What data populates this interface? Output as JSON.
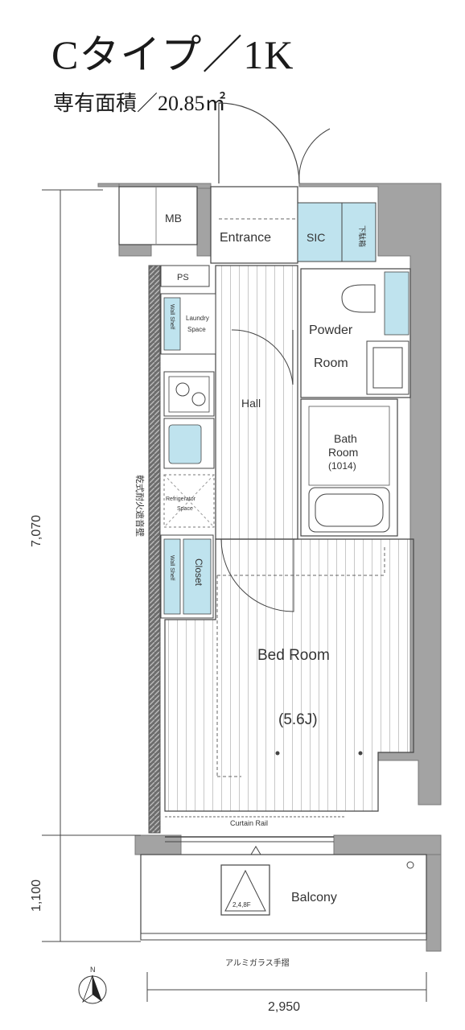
{
  "header": {
    "title": "Cタイプ／1K",
    "subtitle": "専有面積／20.85㎡"
  },
  "rooms": {
    "mb": "MB",
    "ps": "PS",
    "entrance": "Entrance",
    "sic": "SIC",
    "shoes": "下駄箱",
    "powder_line1": "Powder",
    "powder_line2": "Room",
    "laundry_line1": "Laundry",
    "laundry_line2": "Space",
    "wall_shelf": "Wall Shelf",
    "hall": "Hall",
    "bath_line1": "Bath",
    "bath_line2": "Room",
    "bath_size": "(1014)",
    "fridge_line1": "Refrigerator",
    "fridge_line2": "Space",
    "closet": "Closet",
    "wall_shelf_2": "Wall Shelf",
    "bedroom": "Bed Room",
    "bedroom_size": "(5.6J)",
    "curtain_rail": "Curtain Rail",
    "balcony": "Balcony",
    "ladder": "2,4,8F",
    "railing": "アルミガラス手摺",
    "wall_note": "乾式耐火遮音壁"
  },
  "dimensions": {
    "depth": "7,070",
    "balcony_depth": "1,100",
    "width": "2,950"
  },
  "compass": {
    "north": "N"
  },
  "colors": {
    "wall": "#a0a0a0",
    "fixture_blue": "#bfe3ee",
    "line": "#444444"
  }
}
